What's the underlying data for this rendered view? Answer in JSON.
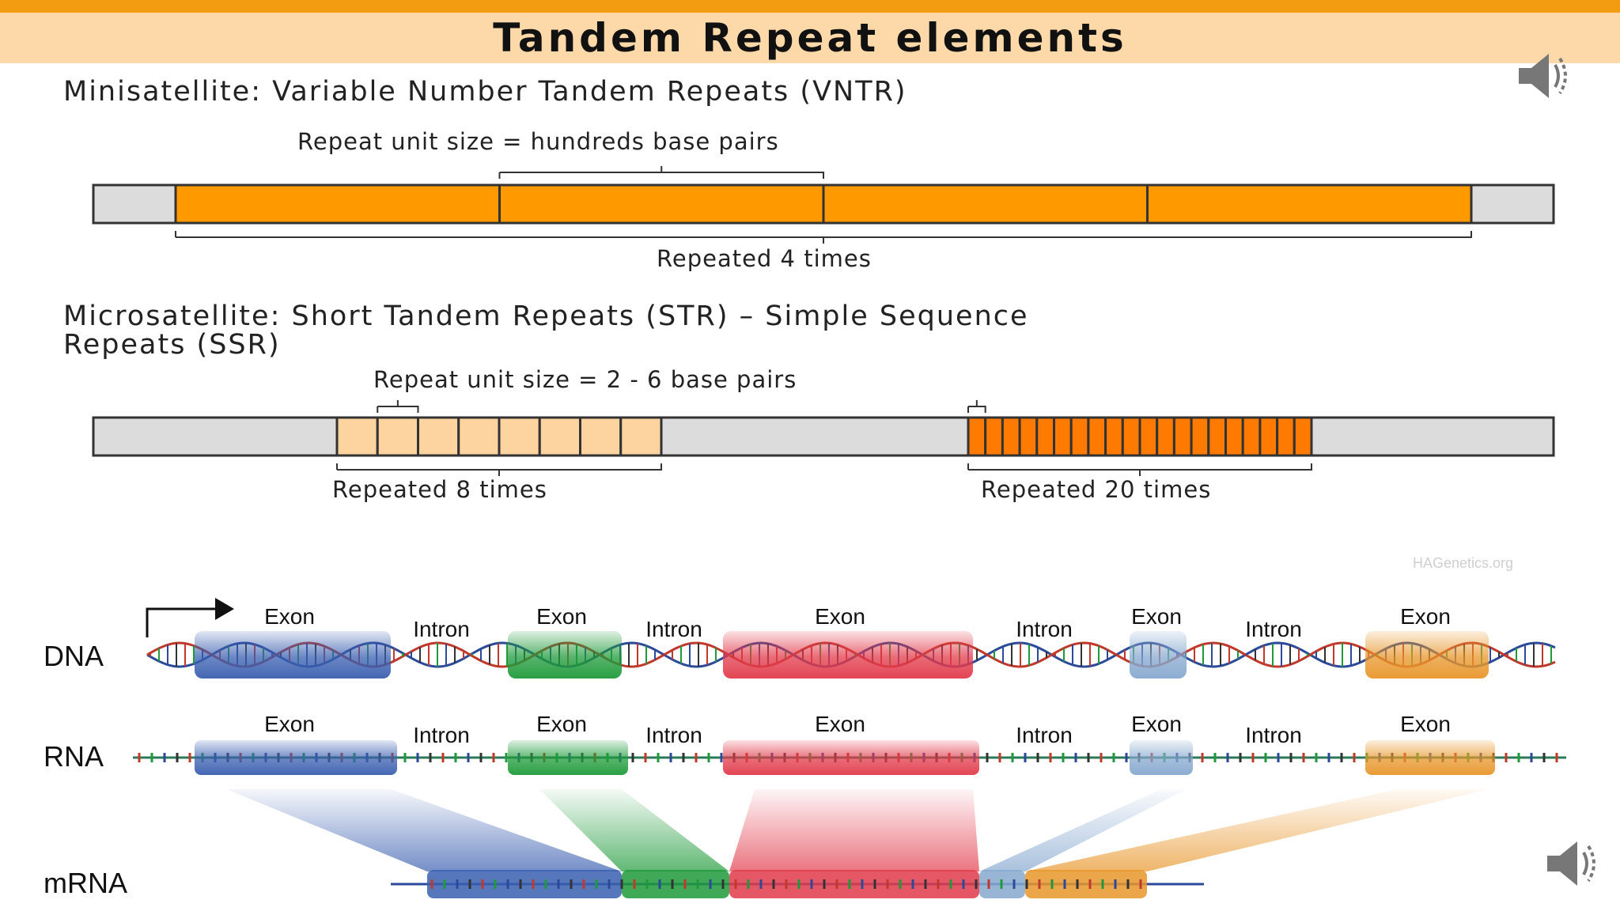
{
  "title": "Tandem Repeat elements",
  "minisatellite": {
    "heading": "Minisatellite: Variable Number Tandem Repeats (VNTR)",
    "unit_label": "Repeat unit size = hundreds base pairs",
    "repeat_label": "Repeated 4 times",
    "repeat_count": 4
  },
  "microsatellite": {
    "heading_line1": "Microsatellite: Short Tandem Repeats (STR) – Simple Sequence",
    "heading_line2": "Repeats (SSR)",
    "unit_label": "Repeat unit size = 2 - 6 base pairs",
    "repeat_label_a": "Repeated 8 times",
    "repeat_label_b": "Repeated 20 times",
    "repeat_count_a": 8,
    "repeat_count_b": 20
  },
  "watermark": "HAGenetics.org",
  "gene": {
    "row_labels": [
      "DNA",
      "RNA",
      "mRNA"
    ],
    "dna_labels": [
      "Exon",
      "Intron",
      "Exon",
      "Intron",
      "Exon",
      "Intron",
      "Exon",
      "Intron",
      "Exon"
    ],
    "rna_labels": [
      "Exon",
      "Intron",
      "Exon",
      "Intron",
      "Exon",
      "Intron",
      "Exon",
      "Intron",
      "Exon"
    ],
    "exon_colors": [
      "#3a5fb0",
      "#1f9a3a",
      "#e23a4a",
      "#86a8cf",
      "#e8962a"
    ]
  },
  "colors": {
    "top_bar": "#f39c12",
    "title_bar": "#fdd8a8",
    "repeat_orange": "#ff9900",
    "repeat_light": "#fdd3a0",
    "repeat_dark": "#ff7a00",
    "flank_gray": "#dcdcdc"
  },
  "icons": [
    "speaker-icon",
    "speaker-icon"
  ]
}
